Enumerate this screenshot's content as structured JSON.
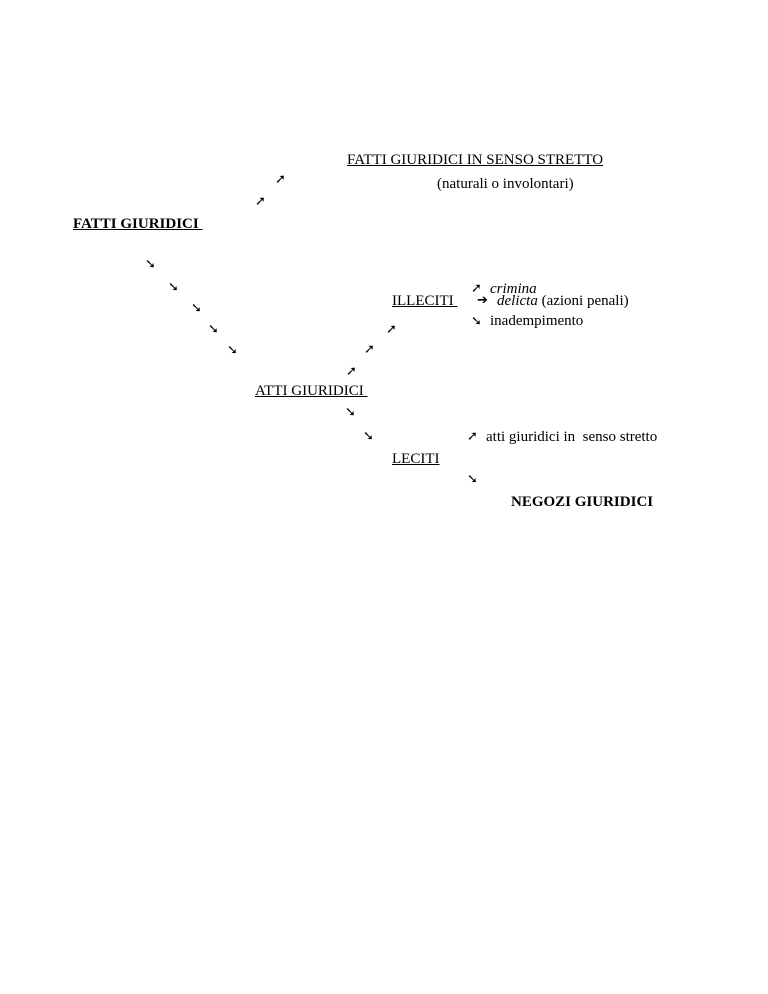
{
  "nodes": {
    "fatti_senso_stretto": "FATTI GIURIDICI IN SENSO STRETTO",
    "fatti_senso_stretto_note": "(naturali o involontari)",
    "fatti_giuridici": "FATTI GIURIDICI ",
    "atti_giuridici": "ATTI GIURIDICI ",
    "illeciti": "ILLECITI ",
    "crimina": "crimina",
    "delicta": "delicta",
    "delicta_note": " (azioni penali)",
    "inadempimento": "inadempimento",
    "leciti": "LECITI",
    "atti_senso_stretto": "atti giuridici in  senso stretto",
    "negozi_giuridici": "NEGOZI GIURIDICI"
  },
  "icons": {
    "up": "arrow-up-right-icon",
    "down": "arrow-down-right-icon",
    "right": "arrow-right-icon"
  }
}
